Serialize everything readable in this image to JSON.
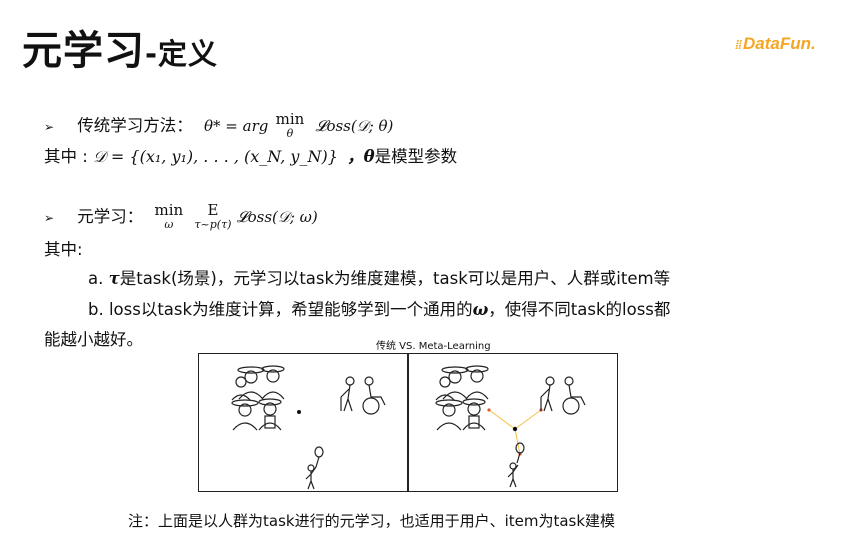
{
  "slide": {
    "title_main": "元学习",
    "title_sub": "-定义",
    "logo": "DataFun."
  },
  "bullet1": {
    "label": "传统学习方法：",
    "formula_lhs": "θ* = arg",
    "formula_op": "min",
    "formula_sub": "θ",
    "formula_rhs": "𝓛oss(𝒟; θ)"
  },
  "line2": {
    "prefix": "其中 :",
    "formula": "𝒟 = {(x₁, y₁), . . . , (x_N, y_N)}",
    "suffix_theta": "，θ",
    "suffix_text": "是模型参数"
  },
  "bullet2": {
    "label": "元学习：",
    "op1": "min",
    "op1_sub": "ω",
    "op2": "E",
    "op2_sub": "τ~p(τ)",
    "rhs": "𝓛oss(𝒟; ω)"
  },
  "line_qizhong": "其中:",
  "item_a": {
    "prefix": "a. ",
    "tau": "τ",
    "text": "是task(场景)，元学习以task为维度建模，task可以是用户、人群或item等"
  },
  "item_b": {
    "text": "b. loss以task为维度计算，希望能够学到一个通用的",
    "omega": "ω",
    "text2": "，使得不同task的loss都"
  },
  "item_b_cont": "能越小越好。",
  "diagram": {
    "title": "传统  VS.  Meta-Learning"
  },
  "footer": "注：上面是以人群为task进行的元学习，也适用于用户、item为task建模",
  "colors": {
    "logo": "#f5a623",
    "text": "#111111",
    "meta_edges": "#f5c242"
  },
  "icons": [
    "cowboy-group-icon",
    "elderly-wheelchair-icon",
    "child-balloon-icon",
    "center-dot-icon"
  ]
}
